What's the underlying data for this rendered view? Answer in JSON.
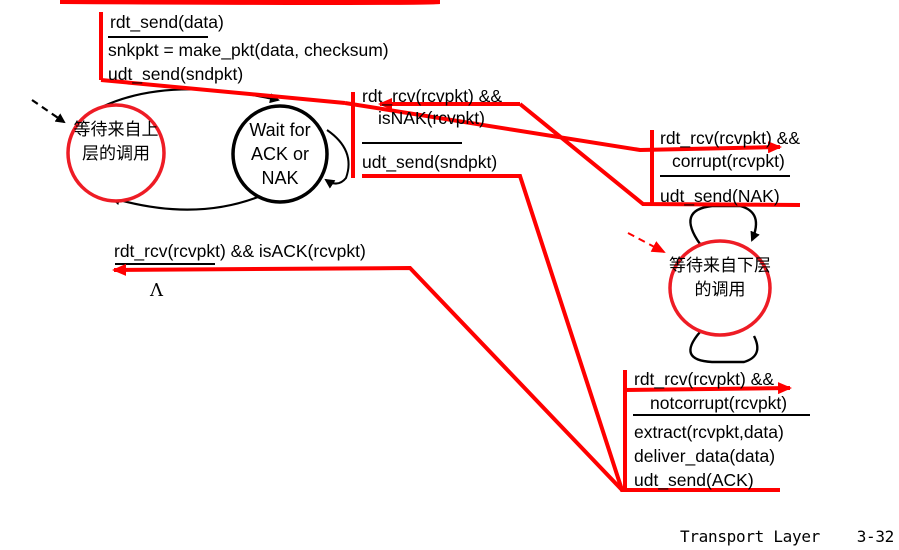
{
  "states": {
    "wait_call_above": "等待来自上层的调用",
    "wait_ack_nak": "Wait for ACK or NAK",
    "wait_call_below": "等待来自下层的调用"
  },
  "sender_send": {
    "event": "rdt_send(data)",
    "action1": "snkpkt = make_pkt(data, checksum)",
    "action2": "udt_send(sndpkt)"
  },
  "sender_nak": {
    "event1": "rdt_rcv(rcvpkt) &&",
    "event2": "isNAK(rcvpkt)",
    "action": "udt_send(sndpkt)"
  },
  "sender_ack": {
    "event": "rdt_rcv(rcvpkt) && isACK(rcvpkt)",
    "action": "Λ"
  },
  "receiver_corrupt": {
    "event1": "rdt_rcv(rcvpkt) &&",
    "event2": "corrupt(rcvpkt)",
    "action": "udt_send(NAK)"
  },
  "receiver_ok": {
    "event1": "rdt_rcv(rcvpkt) &&",
    "event2": "notcorrupt(rcvpkt)",
    "action1": "extract(rcvpkt,data)",
    "action2": "deliver_data(data)",
    "action3": "udt_send(ACK)"
  },
  "footer": {
    "section": "Transport Layer",
    "page": "3-32"
  },
  "colors": {
    "highlight": "#ff0000",
    "circle_red": "#ee1c25",
    "ink": "#000000"
  }
}
